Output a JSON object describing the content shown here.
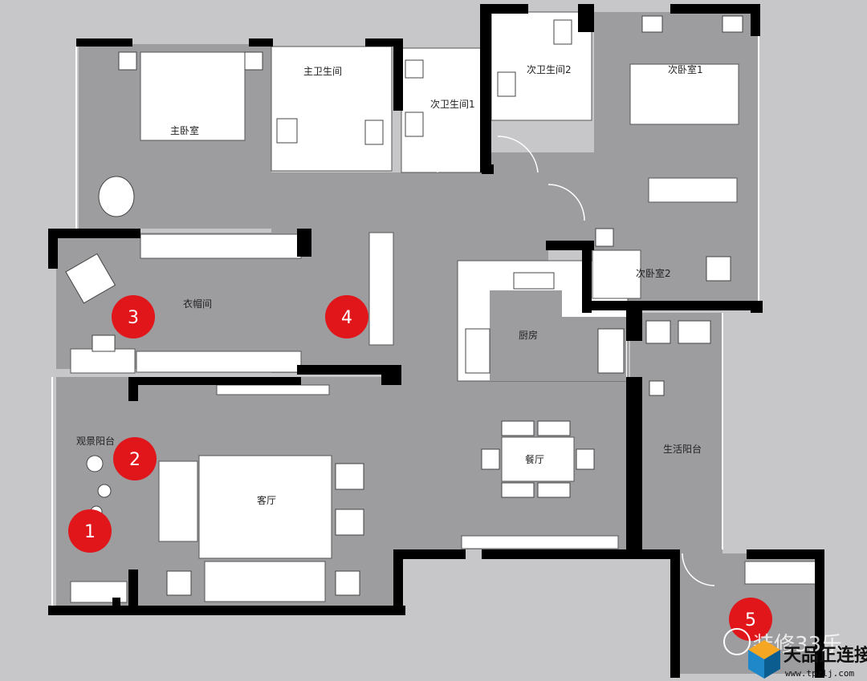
{
  "rooms": {
    "master_bedroom": "主卧室",
    "master_bath": "主卫生间",
    "second_bath_1": "次卫生间1",
    "second_bath_2": "次卫生间2",
    "second_bedroom_1": "次卧室1",
    "second_bedroom_2": "次卧室2",
    "cloakroom": "衣帽间",
    "kitchen": "厨房",
    "view_balcony": "观景阳台",
    "dining": "餐厅",
    "living": "客厅",
    "utility_balcony": "生活阳台"
  },
  "markers": [
    "1",
    "2",
    "3",
    "4",
    "5"
  ],
  "watermark": {
    "ghost": "装修33乐",
    "brand": "天品正连接",
    "url": "www.tpzlj.com"
  },
  "colors": {
    "floor": "#9d9c9f",
    "wall": "#000000",
    "badge": "#e0161b",
    "background": "#c7c6c8"
  }
}
